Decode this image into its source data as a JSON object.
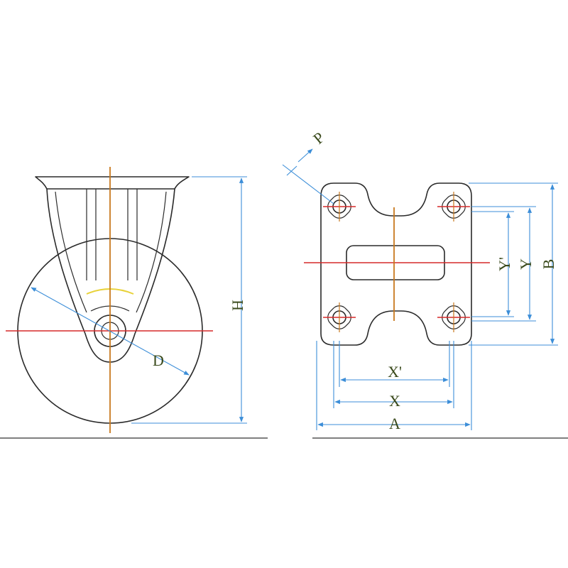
{
  "labels": {
    "H": "H",
    "D": "D",
    "P": "P",
    "A": "A",
    "B": "B",
    "X": "X",
    "X_prime": "X'",
    "Y": "Y",
    "Y_prime": "Y'"
  },
  "colors": {
    "outline": "#2a2a2a",
    "centerline_red": "#d62a2a",
    "centerline_orange": "#c8781e",
    "dimension_blue": "#3c8ed8",
    "label_text": "#3a4a1c",
    "highlight_yellow": "#e8d23a"
  }
}
